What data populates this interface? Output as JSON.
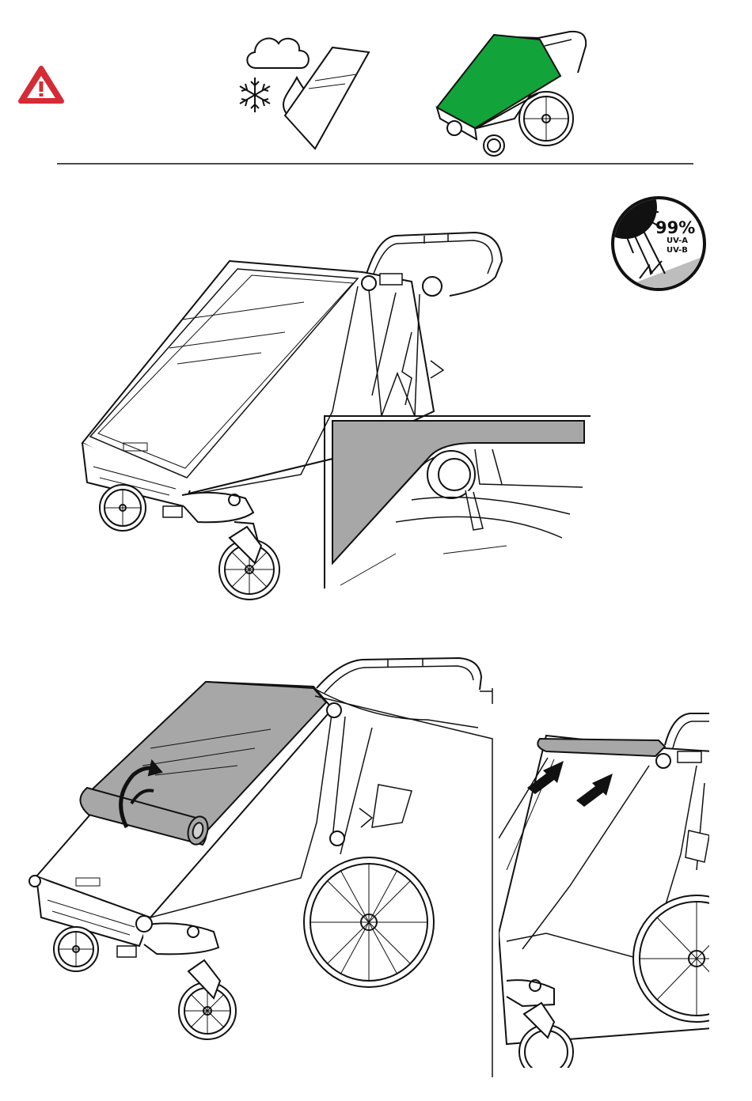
{
  "header": {
    "warning_icon": "warning-triangle-icon",
    "weather_icons": [
      "cloud-icon",
      "snowflake-icon",
      "raindrop-icon",
      "sun-panel-icon"
    ],
    "colors": {
      "warning_red": "#d52b35",
      "highlight_green": "#12a43a",
      "cover_gray": "#a7a7a7"
    }
  },
  "uv_badge": {
    "percent": "99%",
    "line1": "UV-A",
    "line2": "UV-B"
  }
}
